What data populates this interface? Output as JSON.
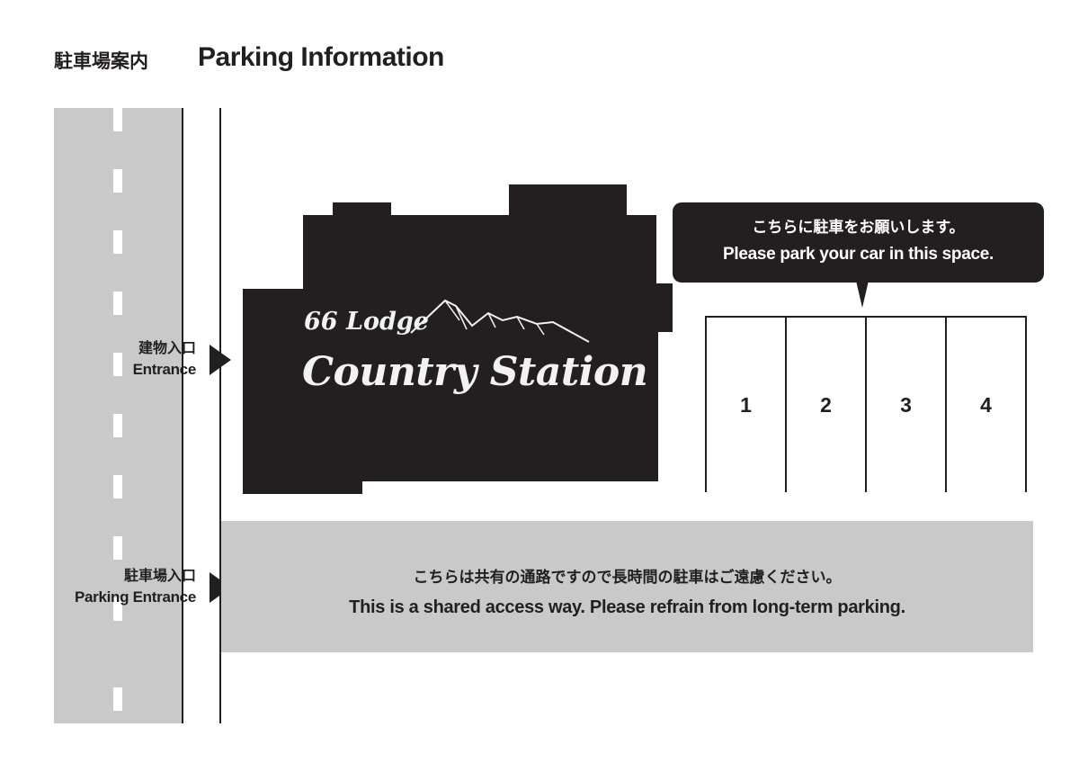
{
  "title": {
    "jp": "駐車場案内",
    "en": "Parking Information"
  },
  "building": {
    "logo_line1": "66 Lodge",
    "logo_line2": "Country Station"
  },
  "entrances": {
    "building": {
      "jp": "建物入口",
      "en": "Entrance"
    },
    "parking": {
      "jp": "駐車場入口",
      "en": "Parking Entrance"
    }
  },
  "callout": {
    "jp": "こちらに駐車をお願いします。",
    "en": "Please park your car in this space."
  },
  "parking_spaces": [
    "1",
    "2",
    "3",
    "4"
  ],
  "access_way": {
    "jp": "こちらは共有の通路ですので長時間の駐車はご遠慮ください。",
    "en": "This is a shared access way. Please refrain from long-term parking."
  },
  "colors": {
    "ink": "#231f20",
    "road_gray": "#c9c9c9",
    "background": "#ffffff"
  },
  "icons": {
    "entrance_arrow": "triangle-right-icon",
    "logo_mark": "mountain-icon"
  }
}
